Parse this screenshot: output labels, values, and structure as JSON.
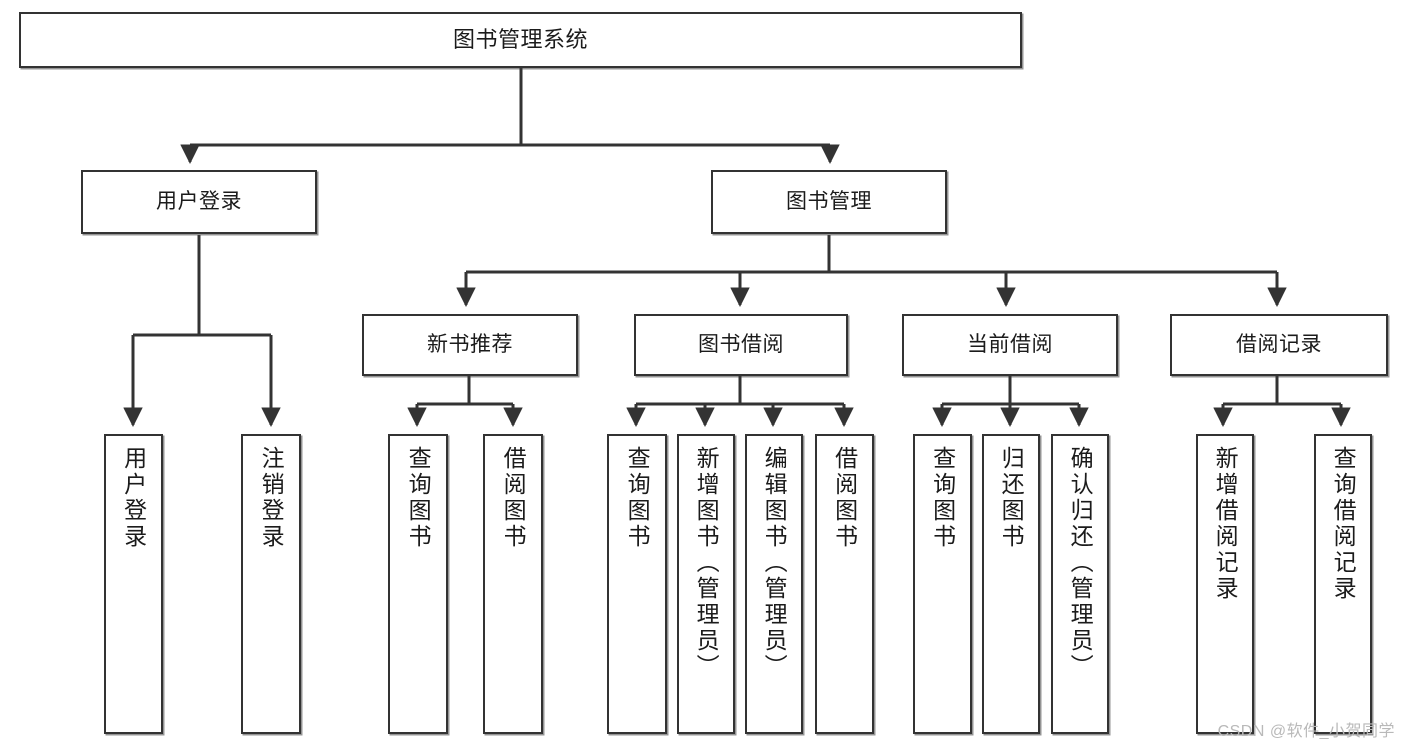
{
  "diagram": {
    "title": "图书管理系统",
    "watermark": "CSDN @软件_小贺同学",
    "colors": {
      "background": "#ffffff",
      "node_border": "#333333",
      "node_fill": "#ffffff",
      "edge": "#333333",
      "text": "#1b1b1b",
      "watermark": "#b9b9b9"
    },
    "levels": {
      "root": {
        "label": "图书管理系统"
      },
      "level2": [
        {
          "id": "user-login",
          "label": "用户登录"
        },
        {
          "id": "book-manage",
          "label": "图书管理"
        }
      ],
      "level3": [
        {
          "id": "new-book-recommend",
          "label": "新书推荐"
        },
        {
          "id": "book-borrow",
          "label": "图书借阅"
        },
        {
          "id": "current-borrow",
          "label": "当前借阅"
        },
        {
          "id": "borrow-record",
          "label": "借阅记录"
        }
      ],
      "leaves": [
        {
          "id": "leaf-user-login",
          "label": "用户登录",
          "parent": "user-login"
        },
        {
          "id": "leaf-logout-login",
          "label": "注销登录",
          "parent": "user-login"
        },
        {
          "id": "leaf-query-book-1",
          "label": "查询图书",
          "parent": "new-book-recommend"
        },
        {
          "id": "leaf-borrow-book-1",
          "label": "借阅图书",
          "parent": "new-book-recommend"
        },
        {
          "id": "leaf-query-book-2",
          "label": "查询图书",
          "parent": "book-borrow"
        },
        {
          "id": "leaf-add-book",
          "label": "新增图书（管理员）",
          "parent": "book-borrow"
        },
        {
          "id": "leaf-edit-book",
          "label": "编辑图书（管理员）",
          "parent": "book-borrow"
        },
        {
          "id": "leaf-borrow-book-2",
          "label": "借阅图书",
          "parent": "book-borrow"
        },
        {
          "id": "leaf-query-book-3",
          "label": "查询图书",
          "parent": "current-borrow"
        },
        {
          "id": "leaf-return-book",
          "label": "归还图书",
          "parent": "current-borrow"
        },
        {
          "id": "leaf-confirm-return",
          "label": "确认归还（管理员）",
          "parent": "current-borrow"
        },
        {
          "id": "leaf-add-record",
          "label": "新增借阅记录",
          "parent": "borrow-record"
        },
        {
          "id": "leaf-query-record",
          "label": "查询借阅记录",
          "parent": "borrow-record"
        }
      ]
    }
  }
}
